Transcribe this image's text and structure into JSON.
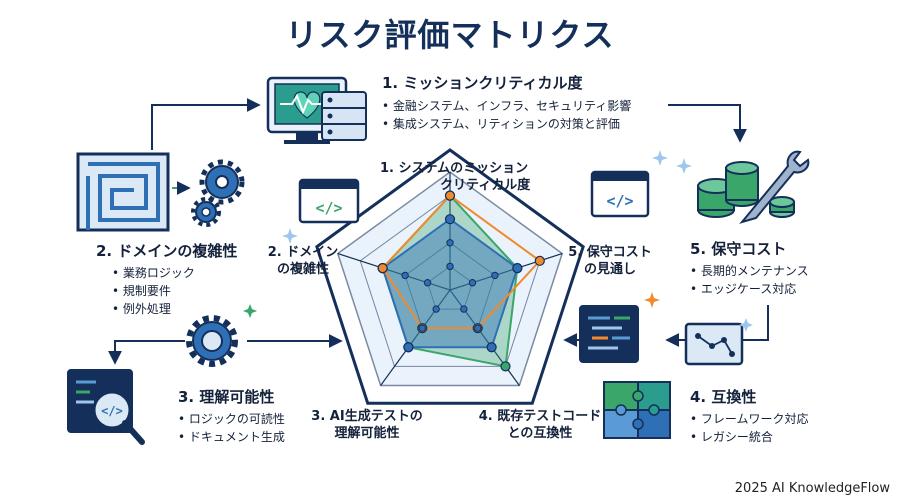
{
  "title": "リスク評価マトリクス",
  "footer": "2025 AI KnowledgeFlow",
  "axes": [
    {
      "label_line1": "1. システムのミッション",
      "label_line2": "クリティカル度"
    },
    {
      "label_line1": "5. 保守コスト",
      "label_line2": "の見通し"
    },
    {
      "label_line1": "4. 既存テストコード",
      "label_line2": "との互換性"
    },
    {
      "label_line1": "3. AI生成テストの",
      "label_line2": "理解可能性"
    },
    {
      "label_line1": "2. ドメイン",
      "label_line2": "の複雑性"
    }
  ],
  "sections": {
    "mission": {
      "heading": "1. ミッションクリティカル度",
      "bullets": [
        "金融システム、インフラ、セキュリティ影響",
        "集成システム、リティションの対策と評価"
      ]
    },
    "domain": {
      "heading": "2. ドメインの複雑性",
      "bullets": [
        "業務ロジック",
        "規制要件",
        "例外処理"
      ]
    },
    "understand": {
      "heading": "3. 理解可能性",
      "bullets": [
        "ロジックの可読性",
        "ドキュメント生成"
      ]
    },
    "compat": {
      "heading": "4. 互換性",
      "bullets": [
        "フレームワーク対応",
        "レガシー統合"
      ]
    },
    "maint": {
      "heading": "5. 保守コスト",
      "bullets": [
        "長期的メンテナンス",
        "エッジケース対応"
      ]
    }
  },
  "chart_data": {
    "type": "radar",
    "axes": [
      "1. システムのミッションクリティカル度",
      "5. 保守コストの見通し",
      "4. 既存テストコードとの互換性",
      "3. AI生成テストの理解可能性",
      "2. ドメインの複雑性"
    ],
    "series": [
      {
        "values": [
          4,
          4,
          2,
          2,
          3
        ]
      },
      {
        "values": [
          3,
          3,
          3,
          3,
          3
        ]
      },
      {
        "values": [
          4,
          3,
          4,
          3,
          3
        ]
      }
    ],
    "colors": [
      "#f08a2c",
      "#2f6fb5",
      "#3aa66a"
    ],
    "rlim": [
      0,
      5
    ]
  },
  "colors": {
    "navy": "#14305a",
    "blue": "#2f6fb5",
    "lightblue": "#5b9bd5",
    "green": "#3aa66a",
    "orange": "#f08a2c",
    "teal": "#2a9d8f"
  },
  "icons": [
    "monitor-heart-icon",
    "maze-icon",
    "gears-icon",
    "code-window-icon",
    "coins-icon",
    "wrench-icon",
    "magnifier-code-icon",
    "puzzle-icon",
    "gear-icon",
    "sparkle-icon"
  ]
}
